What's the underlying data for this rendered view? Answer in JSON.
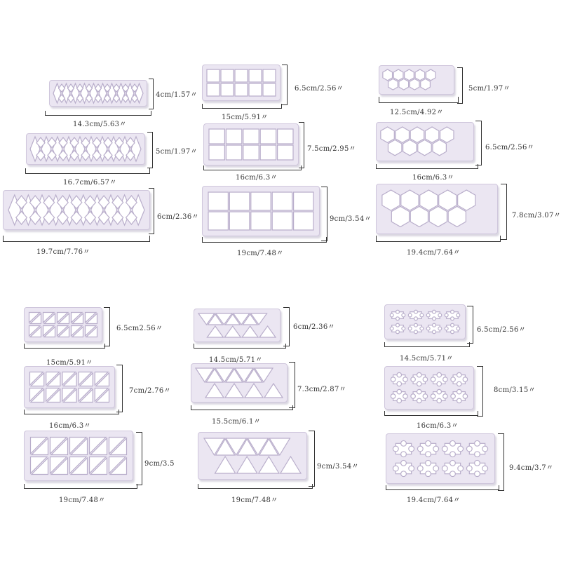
{
  "image": {
    "background": "#ffffff",
    "plate_color": "#ebe6f2",
    "edge_color": "#b9aecb"
  },
  "cutters": [
    {
      "shape": "diamond",
      "width_label": "14.3cm/5.63〃",
      "height_label": "4cm/1.57〃"
    },
    {
      "shape": "diamond",
      "width_label": "16.7cm/6.57〃",
      "height_label": "5cm/1.97〃"
    },
    {
      "shape": "diamond",
      "width_label": "19.7cm/7.76〃",
      "height_label": "6cm/2.36〃"
    },
    {
      "shape": "square",
      "width_label": "15cm/5.91〃",
      "height_label": "6.5cm/2.56〃"
    },
    {
      "shape": "square",
      "width_label": "16cm/6.3〃",
      "height_label": "7.5cm/2.95〃"
    },
    {
      "shape": "square",
      "width_label": "19cm/7.48〃",
      "height_label": "9cm/3.54〃"
    },
    {
      "shape": "hexagon",
      "width_label": "12.5cm/4.92〃",
      "height_label": "5cm/1.97〃"
    },
    {
      "shape": "hexagon",
      "width_label": "16cm/6.3〃",
      "height_label": "6.5cm/2.56〃"
    },
    {
      "shape": "hexagon",
      "width_label": "19.4cm/7.64〃",
      "height_label": "7.8cm/3.07〃"
    },
    {
      "shape": "right-triangle",
      "width_label": "15cm/5.91〃",
      "height_label": "6.5cm2.56〃"
    },
    {
      "shape": "right-triangle",
      "width_label": "16cm/6.3〃",
      "height_label": "7cm/2.76〃"
    },
    {
      "shape": "right-triangle",
      "width_label": "19cm/7.48〃",
      "height_label": "9cm/3.5"
    },
    {
      "shape": "triangle",
      "width_label": "14.5cm/5.71〃",
      "height_label": "6cm/2.36〃"
    },
    {
      "shape": "triangle",
      "width_label": "15.5cm/6.1〃",
      "height_label": "7.3cm/2.87〃"
    },
    {
      "shape": "triangle",
      "width_label": "19cm/7.48〃",
      "height_label": "9cm/3.54〃"
    },
    {
      "shape": "puzzle",
      "width_label": "14.5cm/5.71〃",
      "height_label": "6.5cm/2.56〃"
    },
    {
      "shape": "puzzle",
      "width_label": "16cm/6.3〃",
      "height_label": "8cm/3.15〃"
    },
    {
      "shape": "puzzle",
      "width_label": "19.4cm/7.64〃",
      "height_label": "9.4cm/3.7〃"
    }
  ]
}
